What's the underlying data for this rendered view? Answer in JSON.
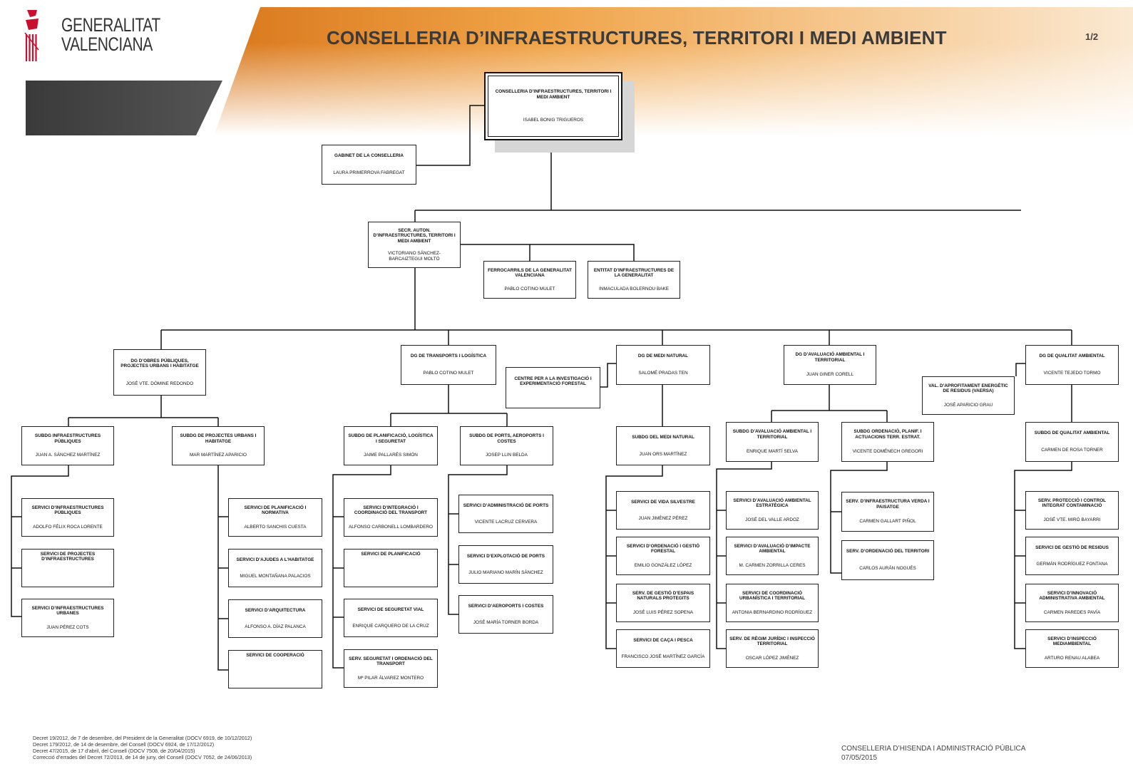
{
  "header": {
    "logo_line1": "GENERALITAT",
    "logo_line2": "VALENCIANA",
    "title": "CONSELLERIA D’INFRAESTRUCTURES, TERRITORI I MEDI AMBIENT",
    "page": "1/2"
  },
  "colors": {
    "orange": "#e8902a",
    "dark_band": "#3c3c3c",
    "logo_red": "#c8102e"
  },
  "units": {
    "conselleria": {
      "name": "CONSELLERIA D’INFRAESTRUCTURES, TERRITORI I MEDI AMBIENT",
      "person": "ISABEL BONIG TRIGUEROS"
    },
    "gabinet": {
      "name": "GABINET DE LA CONSELLERIA",
      "person": "LAURA PRIMERROVA FABREGAT"
    },
    "secretaria": {
      "name": "SECR. AUTON. D’INFRAESTRUCTURES, TERRITORI I MEDI AMBIENT",
      "person": "VICTORIANO SÁNCHEZ-BARCAIZTEGUI MOLTÓ"
    },
    "ferrocarrils": {
      "name": "FERROCARRILS DE LA GENERALITAT VALENCIANA",
      "person": "PABLO COTINO MULET"
    },
    "entitat": {
      "name": "ENTITAT D’INFRAESTRUCTURES DE LA GENERALITAT",
      "person": "INMACULADA BOLERNOU BAKE"
    },
    "dg_obres": {
      "name": "DG D’OBRES PÚBLIQUES, PROJECTES URBANS I HABITATGE",
      "person": "JOSÉ VTE. DÓMINE REDONDO"
    },
    "dg_transports": {
      "name": "DG DE TRANSPORTS I LOGÍSTICA",
      "person": "PABLO COTINO MULET"
    },
    "dg_medi": {
      "name": "DG DE MEDI NATURAL",
      "person": "SALOMÉ PRADAS TEN"
    },
    "dg_avaluacio": {
      "name": "DG D’AVALUACIÓ AMBIENTAL I TERRITORIAL",
      "person": "JUAN GINER CORELL"
    },
    "dg_qualitat": {
      "name": "DG DE QUALITAT AMBIENTAL",
      "person": "VICENTE TEJEDO TORMO"
    },
    "centre_invest": {
      "name": "CENTRE PER A LA INVESTIGACIÓ I EXPERIMENTACIÓ FORESTAL",
      "person": ""
    },
    "val_aprof": {
      "name": "VAL. D’APROFITAMENT ENERGÈTIC DE RESIDUS (VAERSA)",
      "person": "JOSÉ APARICIO GRAU"
    },
    "sub_infra": {
      "name": "SUBDG INFRAESTRUCTURES PÚBLIQUES",
      "person": "JUAN A. SÁNCHEZ MARTÍNEZ"
    },
    "sub_proj": {
      "name": "SUBDG DE PROJECTES URBANS I HABITATGE",
      "person": "MAR MARTÍNEZ APARICIO"
    },
    "sub_planif": {
      "name": "SUBDG DE PLANIFICACIÓ, LOGÍSTICA I SEGURETAT",
      "person": "JAIME PALLARÉS SIMÓN"
    },
    "sub_ports": {
      "name": "SUBDG DE PORTS, AEROPORTS I COSTES",
      "person": "JOSEP LLIN BELDA"
    },
    "sub_medi": {
      "name": "SUBDG DEL MEDI NATURAL",
      "person": "JUAN ORS MARTÍNEZ"
    },
    "sub_aval": {
      "name": "SUBDG D’AVALUACIÓ AMBIENTAL I TERRITORIAL",
      "person": "ENRIQUE MARTÍ SELVA"
    },
    "sub_ordenacio": {
      "name": "SUBDG ORDENACIÓ, PLANIF. I ACTUACIONS TERR. ESTRAT.",
      "person": "VICENTE DOMÉNECH GREGORI"
    },
    "sub_qualitat": {
      "name": "SUBDG DE QUALITAT AMBIENTAL",
      "person": "CARMEN DE ROSA TORNER"
    },
    "s_infra": {
      "name": "SERVICI D’INFRAESTRUCTURES PÚBLIQUES",
      "person": "ADOLFO FÉLIX ROCA LORENTE"
    },
    "s_proj_infra": {
      "name": "SERVICI DE PROJECTES D’INFRAESTRUCTURES",
      "person": ""
    },
    "s_infra_urb": {
      "name": "SERVICI D’INFRAESTRUCTURES URBANES",
      "person": "JUAN PÉREZ COTS"
    },
    "s_planif_norm": {
      "name": "SERVICI DE PLANIFICACIÓ I NORMATIVA",
      "person": "ALBERTO SANCHIS CUESTA"
    },
    "s_ajudes": {
      "name": "SERVICI D’AJUDES A L’HABITATGE",
      "person": "MIGUEL MONTAÑANA PALACIOS"
    },
    "s_arquitectura": {
      "name": "SERVICI D’ARQUITECTURA",
      "person": "ALFONSO A. DÍAZ PALANCA"
    },
    "s_cooperacio": {
      "name": "SERVICI DE COOPERACIÓ",
      "person": ""
    },
    "s_integracio": {
      "name": "SERVICI D’INTEGRACIÓ I COORDINACIÓ DEL TRANSPORT",
      "person": "ALFONSO CARBONELL LOMBARDERO"
    },
    "s_planificacio": {
      "name": "SERVICI DE PLANIFICACIÓ",
      "person": ""
    },
    "s_seguretat_vial": {
      "name": "SERVICI DE SEGURETAT VIAL",
      "person": "ENRIQUE CARQUERO DE LA CRUZ"
    },
    "s_seg_transport": {
      "name": "SERV. SEGURETAT I ORDENACIÓ DEL TRANSPORT",
      "person": "Mª PILAR ÁLVAREZ MONTERO"
    },
    "s_admin_ports": {
      "name": "SERVICI D’ADMINISTRACIÓ DE PORTS",
      "person": "VICENTE LACRUZ CERVERA"
    },
    "s_explot_ports": {
      "name": "SERVICI D’EXPLOTACIÓ DE PORTS",
      "person": "JULIO MARIANO MARÍN SÁNCHEZ"
    },
    "s_aeroports": {
      "name": "SERVICI D’AEROPORTS I COSTES",
      "person": "JOSÉ MARÍA TORNER BORDA"
    },
    "s_vida_silvestre": {
      "name": "SERVICI DE VIDA SILVESTRE",
      "person": "JUAN JIMÉNEZ PÉREZ"
    },
    "s_ordenacio_forestal": {
      "name": "SERVICI D’ORDENACIÓ I GESTIÓ FORESTAL",
      "person": "EMILIO GONZÁLEZ LÓPEZ"
    },
    "s_espais": {
      "name": "SERV. DE GESTIÓ D’ESPAIS NATURALS PROTEGITS",
      "person": "JOSÉ LUIS PÉREZ SOPENA"
    },
    "s_caca": {
      "name": "SERVICI DE CAÇA I PESCA",
      "person": "FRANCISCO JOSÉ MARTÍNEZ GARCÍA"
    },
    "s_aval_estrat": {
      "name": "SERVICI D’AVALUACIÓ AMBIENTAL ESTRATÈGICA",
      "person": "JOSÉ DEL VALLE ARDOZ"
    },
    "s_impacte": {
      "name": "SERVICI D’AVALUACIÓ D’IMPACTE AMBIENTAL",
      "person": "M. CARMEN ZORRILLA CERES"
    },
    "s_coord_urb": {
      "name": "SERVICI DE COORDINACIÓ URBANÍSTICA I TERRITORIAL",
      "person": "ANTONIA BERNARDINO RODRÍGUEZ"
    },
    "s_juridic": {
      "name": "SERV. DE RÈGIM JURÍDIC I INSPECCIÓ TERRITORIAL",
      "person": "OSCAR LÓPEZ JIMÉNEZ"
    },
    "s_infra_verda": {
      "name": "SERV. D’INFRAESTRUCTURA VERDA I PAISATGE",
      "person": "CARMEN GALLART PIÑOL"
    },
    "s_ord_territori": {
      "name": "SERV. D’ORDENACIÓ DEL TERRITORI",
      "person": "CARLOS AURÁN NOGUÉS"
    },
    "s_proteccio": {
      "name": "SERV. PROTECCIÓ I CONTROL INTEGRAT CONTAMINACIÓ",
      "person": "JOSÉ VTE. MIRÓ BAYARRI"
    },
    "s_residus": {
      "name": "SERVICI DE GESTIÓ DE RESIDUS",
      "person": "GERMÁN RODRÍGUEZ FONTANA"
    },
    "s_innovacio": {
      "name": "SERVICI D’INNOVACIÓ ADMINISTRATIVA AMBIENTAL",
      "person": "CARMEN PAREDES PAVÍA"
    },
    "s_inspeccio": {
      "name": "SERVICI D’INSPECCIÓ MEDIAMBIENTAL",
      "person": "ARTURO RENAU ALABEA"
    }
  },
  "footer": {
    "decrees": [
      "Decret 19/2012, de 7 de desembre, del President de la Generalitat (DOCV 6919, de 10/12/2012)",
      "Decret 179/2012, de 14 de desembre, del Consell (DOCV 6924, de 17/12/2012)",
      "Decret 47/2015, de 17 d’abril, del Consell (DOCV 7508, de 20/04/2015)",
      "Correcció d’errades del Decret 72/2013, de 14 de juny, del Consell (DOCV 7052, de 24/06/2013)"
    ],
    "publisher": "CONSELLERIA D’HISENDA I ADMINISTRACIÓ PÚBLICA",
    "date": "07/05/2015"
  }
}
